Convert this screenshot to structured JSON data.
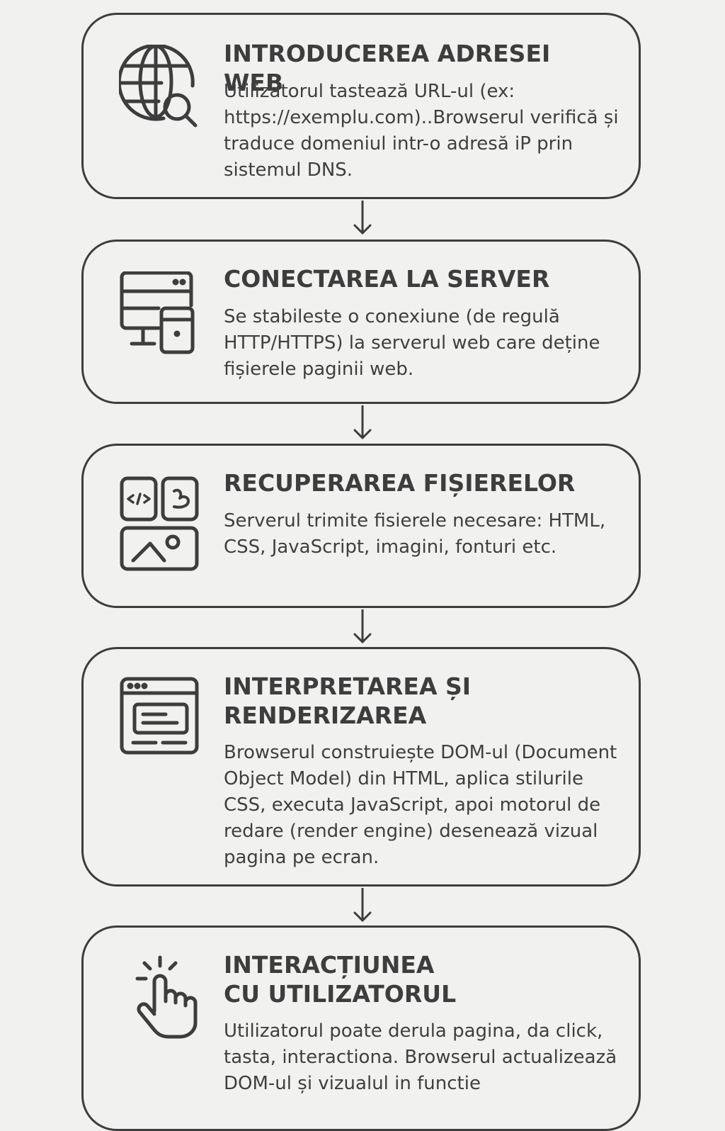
{
  "steps": [
    {
      "icon": "globe-search-icon",
      "title": "INTRODUCEREA ADRESEI WEB",
      "text": "Utilizatorul tastează URL-ul (ex: https://exemplu.com)..Browserul verifică și traduce domeniul intr-o adresă iP prin sistemul DNS."
    },
    {
      "icon": "server-devices-icon",
      "title": "CONECTAREA LA SERVER",
      "text": "Se stabileste o conexiune (de regulă HTTP/HTTPS) la serverul web care deține fișierele paginii web."
    },
    {
      "icon": "files-icon",
      "title": "RECUPERAREA FIȘIERELOR",
      "text": "Serverul trimite fisierele necesare: HTML, CSS, JavaScript, imagini, fonturi etc."
    },
    {
      "icon": "browser-window-icon",
      "title": "INTERPRETAREA ȘI RENDERIZAREA",
      "text": "Browserul construiește DOM-ul (Document Object Model) din HTML, aplica stilurile CSS, executa JavaScript, apoi motorul de redare (render engine) desenează vizual pagina pe ecran."
    },
    {
      "icon": "hand-click-icon",
      "title": "INTERACȚIUNEA CU UTILIZATORUL",
      "text": "Utilizatorul poate derula pagina, da click, tasta, interactiona. Browserul actualizează DOM-ul și vizualul in functie"
    }
  ]
}
